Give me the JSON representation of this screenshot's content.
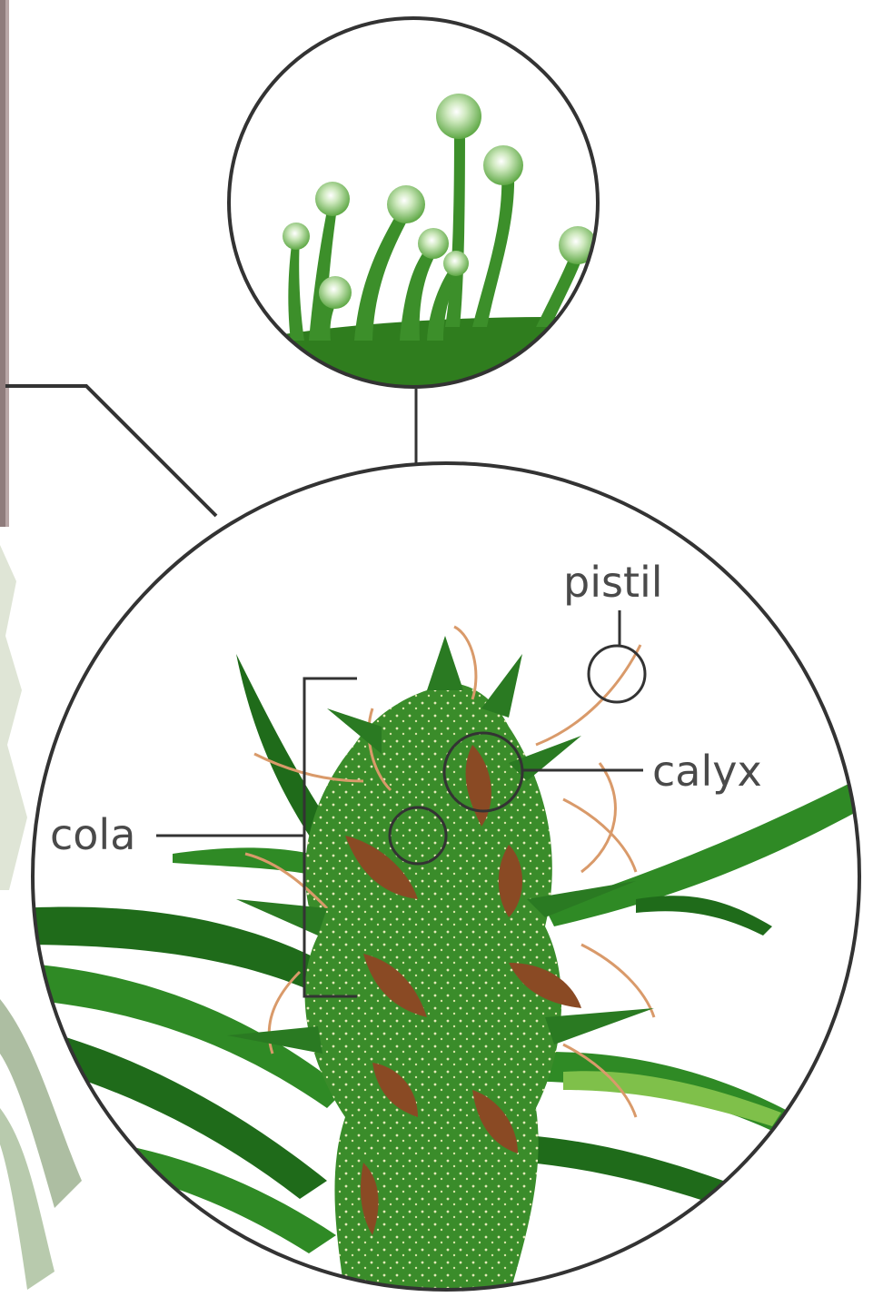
{
  "labels": {
    "pistil": "pistil",
    "calyx": "calyx",
    "cola": "cola"
  },
  "colors": {
    "outline": "#333333",
    "leaf_dark": "#1f6b1a",
    "leaf_mid": "#2f8a25",
    "leaf_light": "#6fb83a",
    "calyx_brown": "#8a4a24",
    "pistil_hair": "#d99a6a",
    "trichome_green": "#3c8f2a",
    "trichome_head": "#a9d48f",
    "background_photo": "#b9a7a7"
  },
  "icons": {
    "magnifier_top": "trichome-magnifier",
    "magnifier_main": "bud-magnifier"
  }
}
